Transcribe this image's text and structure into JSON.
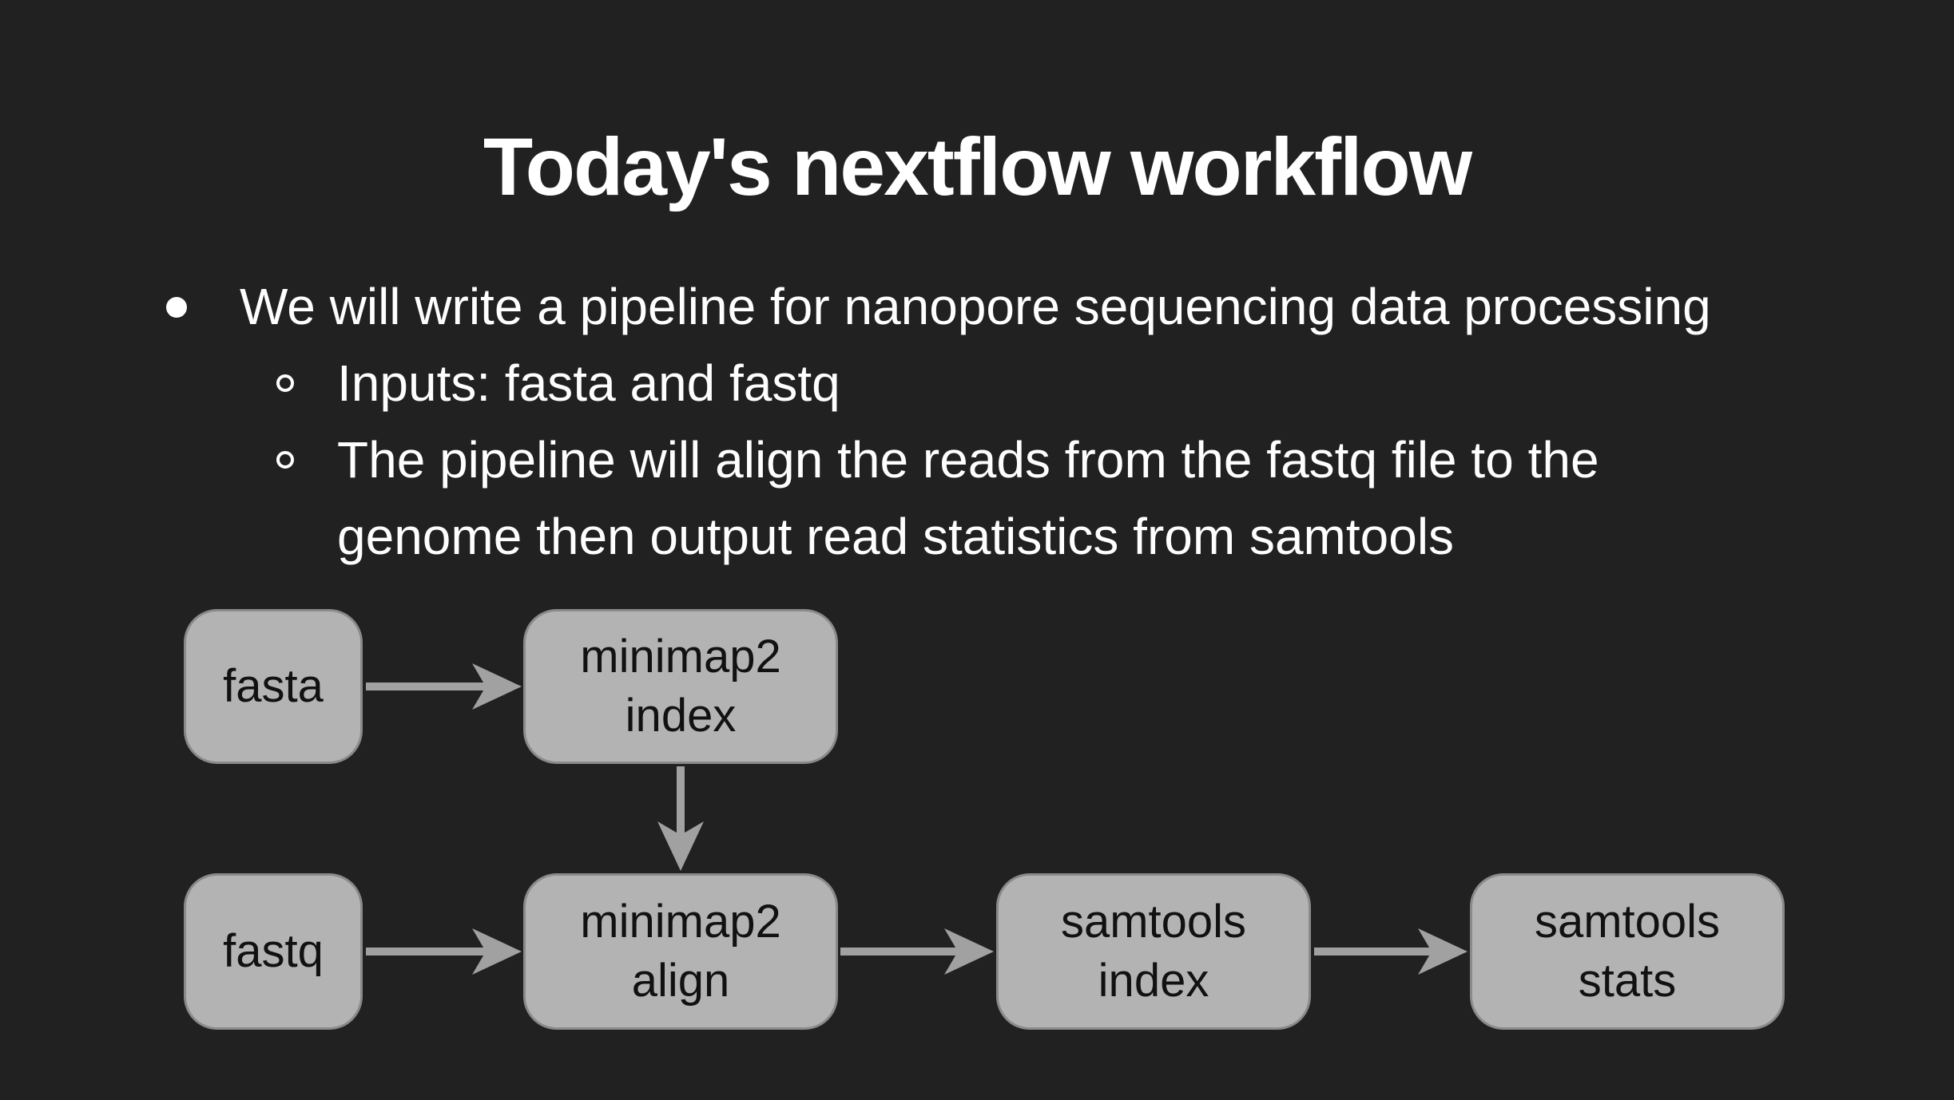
{
  "slide": {
    "title": "Today's nextflow workflow",
    "bullets": {
      "item1": "We will write a pipeline for nanopore sequencing data processing",
      "sub1": "Inputs: fasta and fastq",
      "sub2": "The pipeline will align the reads from the fastq file to the\ngenome then output read statistics from samtools"
    }
  },
  "diagram": {
    "nodes": [
      {
        "id": "fasta",
        "label": "fasta"
      },
      {
        "id": "minimap2-index",
        "label": "minimap2\nindex"
      },
      {
        "id": "fastq",
        "label": "fastq"
      },
      {
        "id": "minimap2-align",
        "label": "minimap2\nalign"
      },
      {
        "id": "samtools-index",
        "label": "samtools\nindex"
      },
      {
        "id": "samtools-stats",
        "label": "samtools\nstats"
      }
    ],
    "edges": [
      {
        "from": "fasta",
        "to": "minimap2 index"
      },
      {
        "from": "minimap2 index",
        "to": "minimap2 align"
      },
      {
        "from": "fastq",
        "to": "minimap2 align"
      },
      {
        "from": "minimap2 align",
        "to": "samtools index"
      },
      {
        "from": "samtools index",
        "to": "samtools stats"
      }
    ],
    "colors": {
      "background": "#212121",
      "title_text": "#ffffff",
      "body_text": "#fefefe",
      "node_fill": "#b3b3b3",
      "node_border": "#8a8a8a",
      "node_text": "#111111",
      "arrow": "#a1a1a1"
    }
  }
}
